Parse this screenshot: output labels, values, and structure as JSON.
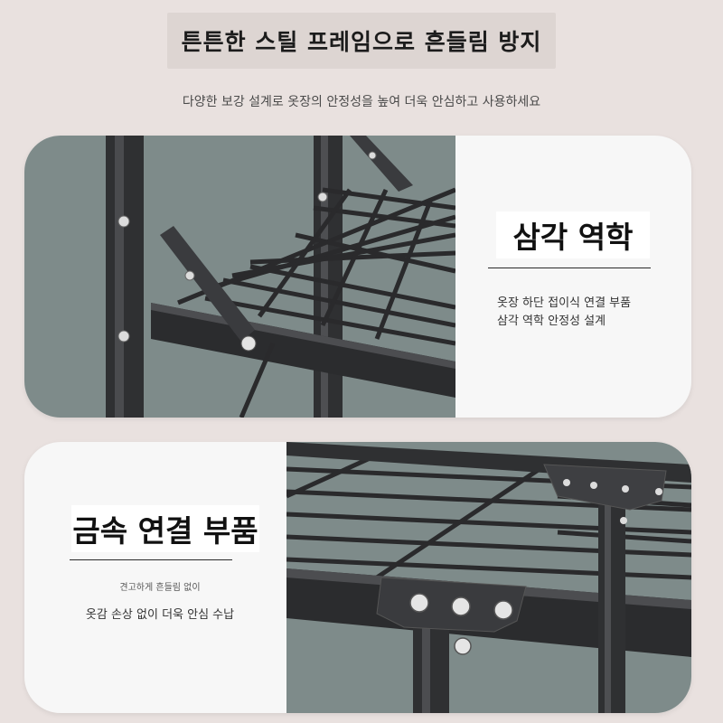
{
  "headline": "튼튼한 스틸 프레임으로 흔들림 방지",
  "subheadline": "다양한 보강 설계로 옷장의 안정성을 높여 더욱 안심하고 사용하세요",
  "features": [
    {
      "title": "삼각 역학",
      "line1": "옷장 하단 접이식 연결 부품",
      "line2": "삼각 역학 안정성 설계"
    },
    {
      "title": "금속 연결 부품",
      "line1": "견고하게 흔들림 없이",
      "line2": "옷감 손상 없이 더욱 안심 수납"
    }
  ],
  "colors": {
    "background": "#e9e1df",
    "photo_background": "#7e8b8a",
    "steel": "#2d2d2f"
  }
}
